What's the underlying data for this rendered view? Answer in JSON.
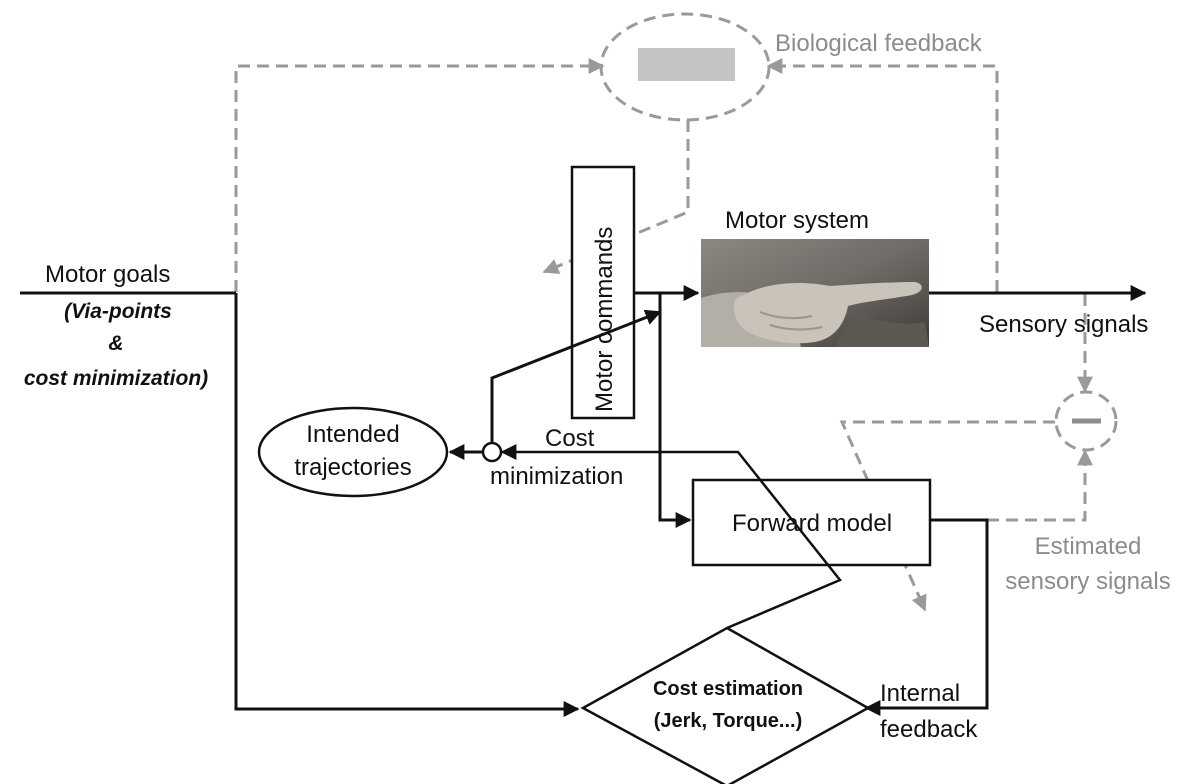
{
  "diagram": {
    "motor_goals": {
      "title": "Motor goals",
      "line1": "(Via-points",
      "line2": "&",
      "line3": "cost  minimization)"
    },
    "biological_feedback": "Biological feedback",
    "motor_commands": "Motor commands",
    "motor_system": "Motor system",
    "sensory_signals": "Sensory signals",
    "intended_trajectories": {
      "line1": "Intended",
      "line2": "trajectories"
    },
    "cost_minimization": {
      "line1": "Cost",
      "line2": "minimization"
    },
    "forward_model": "Forward model",
    "estimated_sensory_signals": {
      "line1": "Estimated",
      "line2": "sensory signals"
    },
    "cost_estimation": {
      "line1": "Cost estimation",
      "line2": "(Jerk, Torque...)"
    },
    "internal_feedback": {
      "line1": "Internal",
      "line2": "feedback"
    },
    "comparator_symbol": "−"
  },
  "colors": {
    "main_lines": "#111111",
    "feedback_dashed": "#9a9a9a",
    "grey_block": "#c4c4c4"
  },
  "icons": {
    "motor_system_image": "hand-photo",
    "comparator": "minus-circle"
  }
}
